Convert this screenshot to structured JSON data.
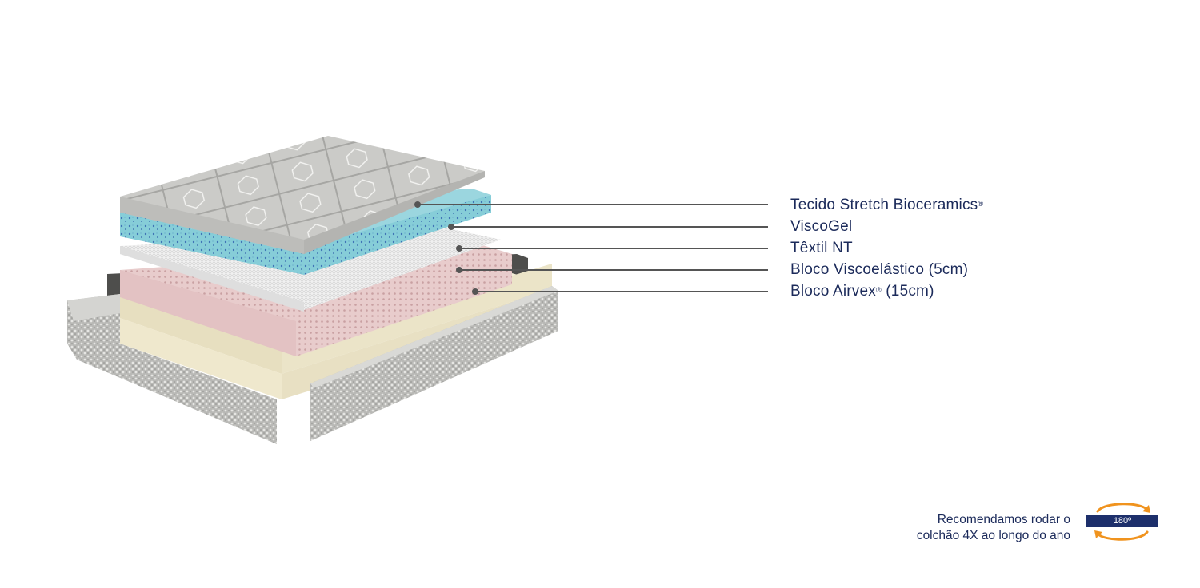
{
  "layers": [
    {
      "name": "Tecido Stretch Bioceramics",
      "mark": "®"
    },
    {
      "name": "ViscoGel",
      "mark": ""
    },
    {
      "name": "Têxtil NT",
      "mark": ""
    },
    {
      "name": "Bloco Viscoelástico (5cm)",
      "mark": ""
    },
    {
      "name": "Bloco Airvex",
      "mark": "®",
      "suffix": " (15cm)"
    }
  ],
  "note": {
    "line1": "Recomendamos rodar o",
    "line2": "colchão 4X ao longo do ano"
  },
  "rotation_badge": {
    "label": "180º"
  },
  "colors": {
    "text": "#1b2a5a",
    "badge": "#1d2f6b",
    "arrow": "#f0931e",
    "leader_line": "#555555",
    "fabric": "#c9c9c7",
    "viscogel": "#7dc6d3",
    "textil": "#ececec",
    "visco_block": "#e6c9c9",
    "airvex": "#f2ecd5",
    "base_side": "#a9a9a6"
  }
}
